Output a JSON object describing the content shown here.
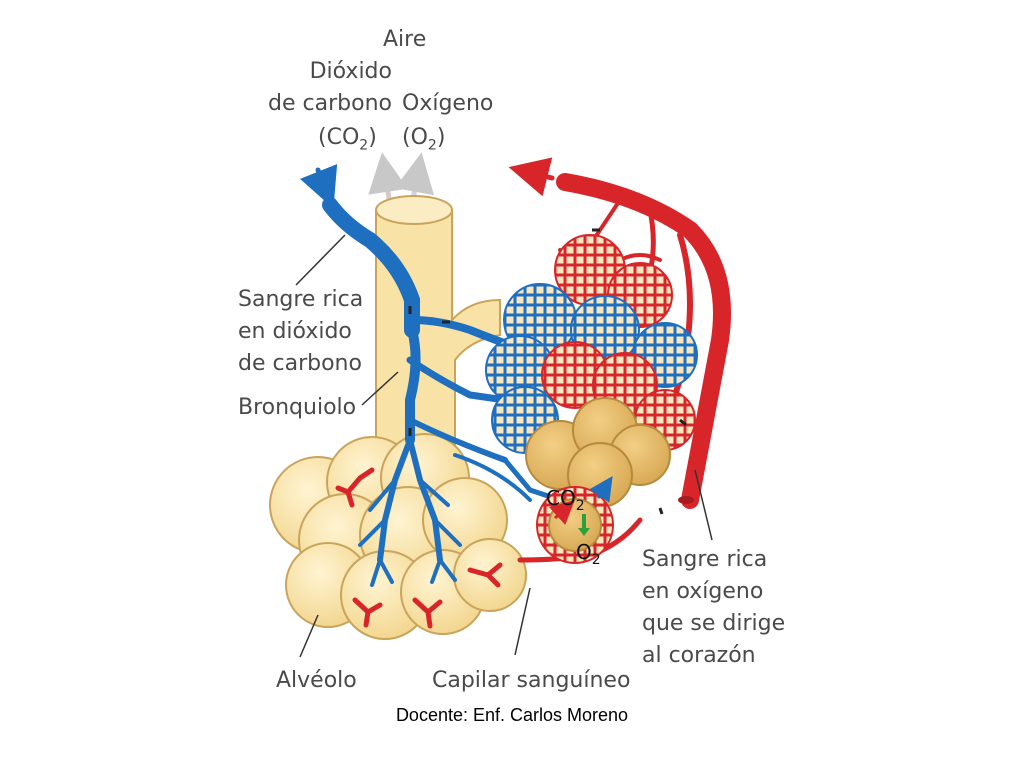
{
  "labels": {
    "aire": "Aire",
    "co2_name_line1": "Dióxido",
    "co2_name_line2": "de carbono",
    "co2_formula": "(CO",
    "co2_formula_sub": "2",
    "co2_formula_end": ")",
    "o2_name": "Oxígeno",
    "o2_formula": "(O",
    "o2_formula_sub": "2",
    "o2_formula_end": ")",
    "sangre_co2": "Sangre rica\nen dióxido\nde carbono",
    "bronquiolo": "Bronquiolo",
    "alveolo": "Alvéolo",
    "capilar": "Capilar sanguíneo",
    "sangre_o2": "Sangre rica\nen oxígeno\nque se dirige\nal corazón",
    "inset_co2": "CO",
    "inset_co2_sub": "2",
    "inset_o2": "O",
    "inset_o2_sub": "2"
  },
  "footer": "Docente: Enf. Carlos Moreno",
  "colors": {
    "vein_blue": "#1e6fc0",
    "artery_red": "#d8252a",
    "tissue": "#f7deA0",
    "tissue_stroke": "#c9a45a",
    "label_text": "#4a4a4a"
  }
}
